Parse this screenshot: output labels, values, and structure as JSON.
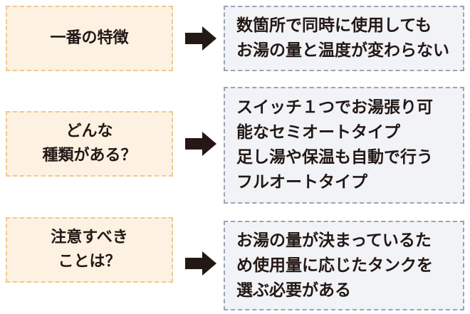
{
  "rows": [
    {
      "question": [
        "一番の特徴"
      ],
      "answer": [
        "数箇所で同時に使用しても",
        "お湯の量と温度が変わらない"
      ]
    },
    {
      "question": [
        "どんな",
        "種類がある？"
      ],
      "answer": [
        "スイッチ１つでお湯張り可",
        "能なセミオートタイプ",
        "足し湯や保温も自動で行う",
        "フルオートタイプ"
      ]
    },
    {
      "question": [
        "注意すべき",
        "ことは？"
      ],
      "answer": [
        "お湯の量が決まっているた",
        "め使用量に応じたタンクを",
        "選ぶ必要がある"
      ]
    }
  ],
  "colors": {
    "question_fill": "#fdf1e1",
    "question_border": "#f0c98c",
    "answer_fill": "#f2f3f6",
    "answer_border": "#9aa3b7",
    "arrow": "#231815"
  },
  "icons": {
    "arrow": "right-arrow-icon"
  }
}
